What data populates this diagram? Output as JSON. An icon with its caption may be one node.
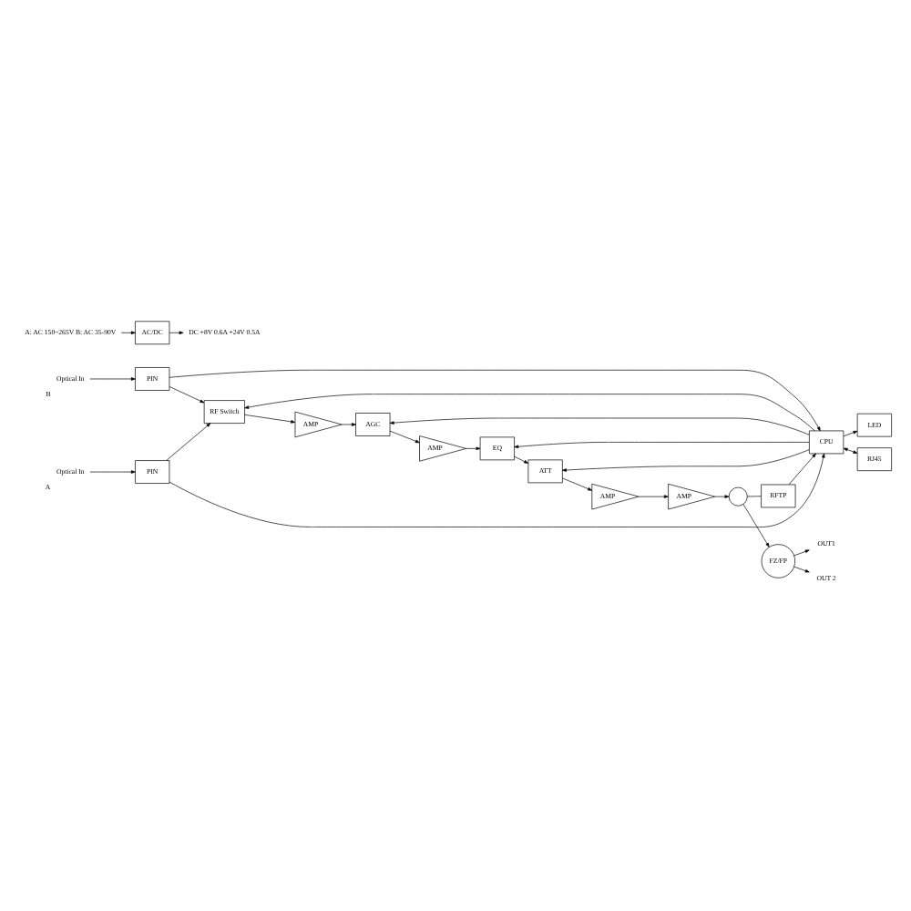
{
  "diagram": {
    "nodes": [
      {
        "text": [
          "Optical In"
        ],
        "beside": [
          "A"
        ]
      },
      {
        "text": [
          "Optical In"
        ],
        "beside": [
          "B"
        ]
      },
      {
        "text": [
          "PIN"
        ]
      },
      {
        "text": [
          "PIN"
        ]
      },
      {
        "text": [
          "RF Switch"
        ]
      },
      {
        "text": [
          "AMP"
        ]
      },
      {
        "text": [
          "AGC"
        ]
      },
      {
        "text": [
          "AMP"
        ]
      },
      {
        "text": [
          "EQ"
        ]
      },
      {
        "text": [
          "ATT"
        ]
      },
      {
        "text": [
          "AMP"
        ]
      },
      {
        "text": [
          "AMP"
        ]
      },
      {
        "text": [],
        "shape": "circle"
      },
      {
        "text": [
          "FZ/FP"
        ]
      },
      {
        "text": [
          "OUT1"
        ]
      },
      {
        "text": [
          "OUT 2"
        ]
      },
      {
        "text": [
          "CPU"
        ]
      },
      {
        "text": [
          "LED"
        ]
      },
      {
        "text": [
          "RFTP"
        ]
      },
      {
        "text": [
          "RJ45"
        ]
      },
      {
        "text": [
          "AC/DC"
        ]
      },
      {
        "text": [
          "DC +8V 0.6A +24V 0.5A"
        ]
      },
      {
        "text": [
          "A: AC 150~265V B: AC 35-90V"
        ]
      }
    ],
    "edges": [
      {
        "from": 0,
        "to": 2,
        "arrow": "to"
      },
      {
        "from": 1,
        "to": 3,
        "arrow": "to"
      },
      {
        "from": 2,
        "to": 4,
        "arrow": "to"
      },
      {
        "from": 3,
        "to": 4,
        "arrow": "to"
      },
      {
        "from": 4,
        "to": 5,
        "arrow": "to"
      },
      {
        "from": 5,
        "to": 6,
        "arrow": "to"
      },
      {
        "from": 6,
        "to": 7,
        "arrow": "to"
      },
      {
        "from": 7,
        "to": 8,
        "arrow": "to"
      },
      {
        "from": 8,
        "to": 9,
        "arrow": "to"
      },
      {
        "from": 9,
        "to": 10,
        "arrow": "to"
      },
      {
        "from": 10,
        "to": 11,
        "arrow": "to"
      },
      {
        "from": 11,
        "to": 12,
        "arrow": "to"
      },
      {
        "from": 12,
        "to": 13,
        "arrow": "to"
      },
      {
        "from": 13,
        "to": 14,
        "arrow": "to"
      },
      {
        "from": 13,
        "to": 15,
        "arrow": "to"
      },
      {
        "from": 2,
        "to": 16,
        "arrow": "to"
      },
      {
        "from": 3,
        "to": 16,
        "arrow": "to"
      },
      {
        "from": 16,
        "to": 4,
        "arrow": "to"
      },
      {
        "from": 16,
        "to": 6,
        "arrow": "to"
      },
      {
        "from": 16,
        "to": 8,
        "arrow": "to"
      },
      {
        "from": 16,
        "to": 9,
        "arrow": "to"
      },
      {
        "from": 12,
        "to": 18,
        "arrow": "none"
      },
      {
        "from": 18,
        "to": 16,
        "arrow": "to"
      },
      {
        "from": 16,
        "to": 19,
        "arrow": "both"
      },
      {
        "from": 16,
        "to": 17,
        "arrow": "to"
      },
      {
        "from": 20,
        "to": 21,
        "arrow": "to"
      },
      {
        "from": 22,
        "to": 20,
        "arrow": "to"
      }
    ]
  }
}
